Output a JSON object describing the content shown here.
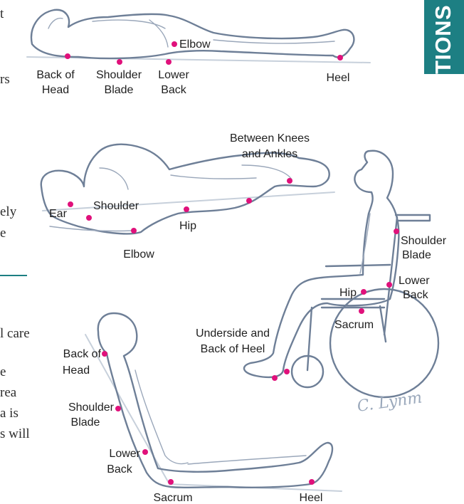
{
  "section_tab": {
    "label": "TIONS"
  },
  "page_fragments": {
    "line_1": "t",
    "line_2": "rs",
    "line_3": "ely",
    "line_4": "e",
    "line_5": "l care",
    "line_6": "e",
    "line_7": "rea",
    "line_8": "a is",
    "line_9": "s will"
  },
  "figure_1": {
    "label_back_of_head_1": "Back of",
    "label_back_of_head_2": "Head",
    "label_shoulder_blade_1": "Shoulder",
    "label_shoulder_blade_2": "Blade",
    "label_lower_back_1": "Lower",
    "label_lower_back_2": "Back",
    "label_elbow": "Elbow",
    "label_heel": "Heel"
  },
  "figure_2": {
    "label_between_1": "Between Knees",
    "label_between_2": "and Ankles",
    "label_ear": "Ear",
    "label_shoulder": "Shoulder",
    "label_hip": "Hip",
    "label_elbow": "Elbow"
  },
  "figure_3": {
    "label_shoulder_blade_1": "Shoulder",
    "label_shoulder_blade_2": "Blade",
    "label_lower_back_1": "Lower",
    "label_lower_back_2": "Back",
    "label_hip": "Hip",
    "label_sacrum": "Sacrum",
    "label_underside_1": "Underside and",
    "label_underside_2": "Back of Heel",
    "signature": "C. Lynm"
  },
  "figure_4": {
    "label_back_of_head_1": "Back of",
    "label_back_of_head_2": "Head",
    "label_shoulder_blade_1": "Shoulder",
    "label_shoulder_blade_2": "Blade",
    "label_lower_back_1": "Lower",
    "label_lower_back_2": "Back",
    "label_sacrum": "Sacrum",
    "label_heel": "Heel"
  },
  "colors": {
    "dot": "#e0117b",
    "accent": "#1d7f83",
    "line": "#6e7f97"
  }
}
